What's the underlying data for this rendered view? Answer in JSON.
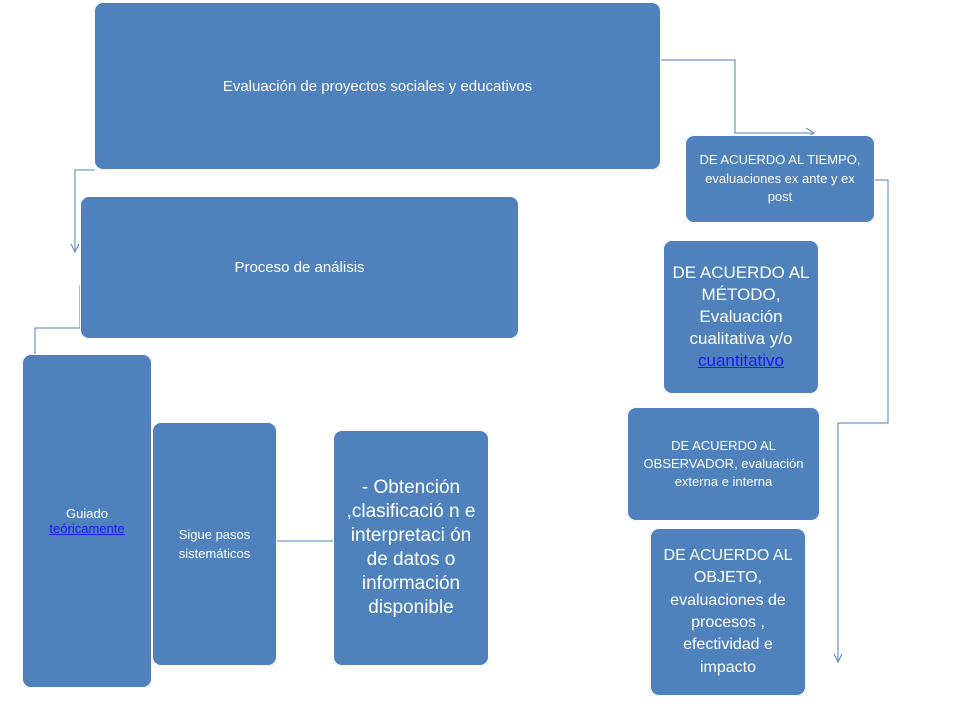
{
  "colors": {
    "box_fill": "#4f81bd",
    "connector": "#4f81bd",
    "text": "#ffffff",
    "link": "#1a1aff"
  },
  "nodes": {
    "root": "Evaluación de proyectos sociales y educativos",
    "proceso": "Proceso de análisis",
    "guiado_prefix": "Guiado",
    "guiado_link": "teóricamente",
    "sigue": "Sigue pasos sistemáticos",
    "obtencion": "- Obtención ,clasificació n e interpretaci ón de datos o información disponible",
    "tiempo": "DE ACUERDO AL TIEMPO, evaluaciones ex ante y ex post",
    "metodo_prefix": "DE ACUERDO AL MÉTODO, Evaluación cualitativa y/o",
    "metodo_link": "cuantitativo",
    "observador": "DE ACUERDO AL OBSERVADOR, evaluación externa e interna",
    "objeto": "DE ACUERDO AL OBJETO, evaluaciones de procesos , efectividad e impacto"
  }
}
